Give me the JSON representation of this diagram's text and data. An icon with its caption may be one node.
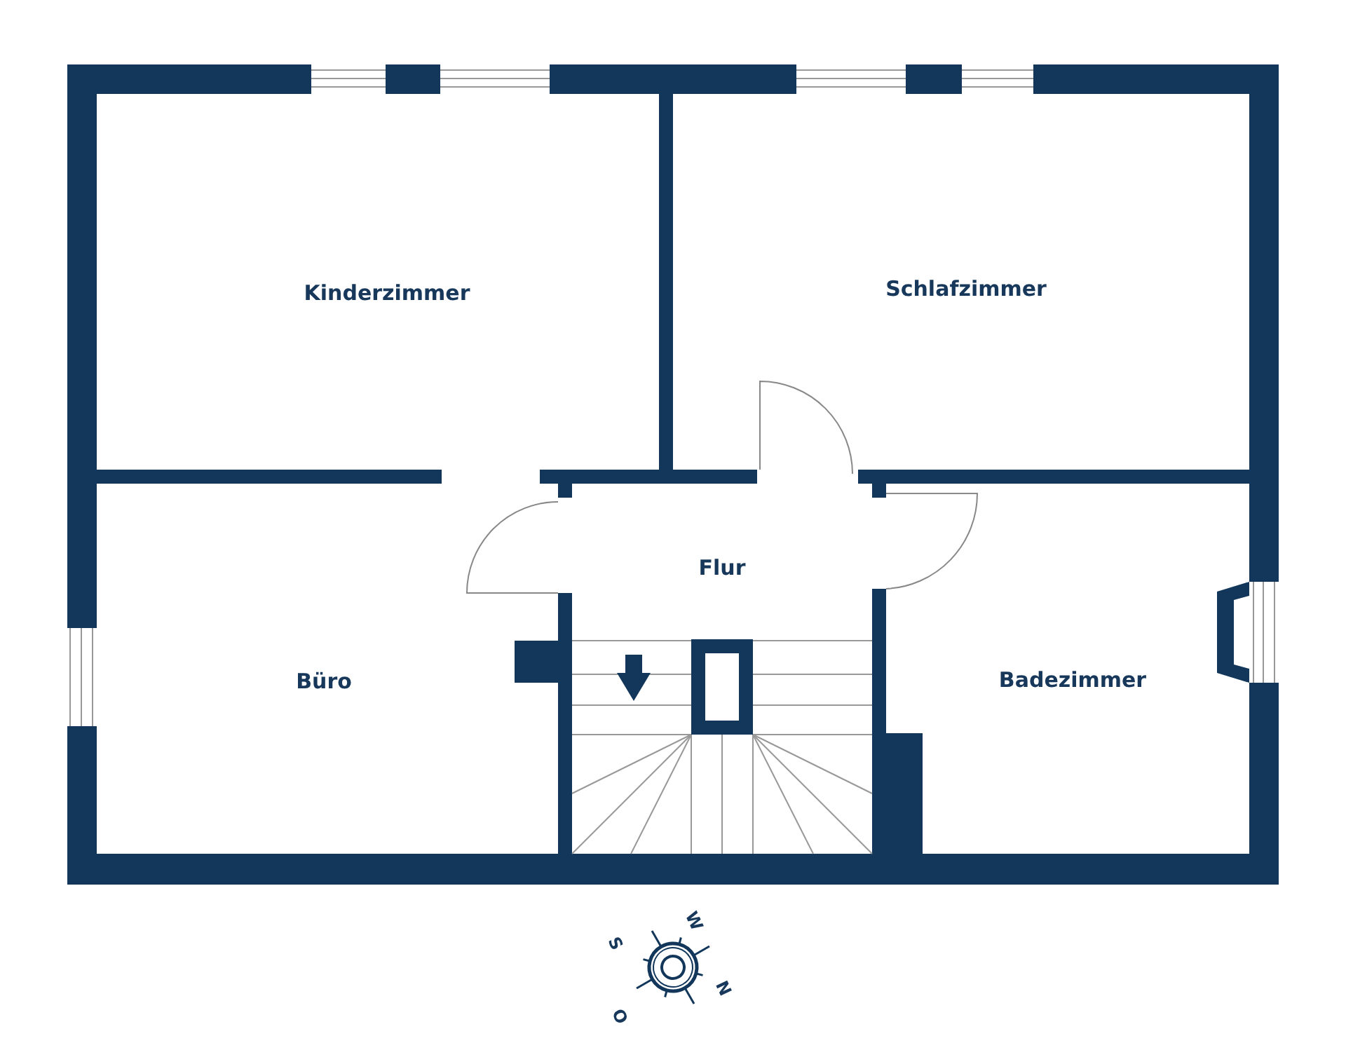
{
  "diagram": {
    "nodes": [
      {
        "text": [
          "Kinderzimmer"
        ]
      },
      {
        "text": [
          "Schlafzimmer"
        ]
      },
      {
        "text": [
          "Flur"
        ]
      },
      {
        "text": [
          "Büro"
        ]
      },
      {
        "text": [
          "Badezimmer"
        ]
      }
    ],
    "labels": [
      "W",
      "S",
      "N",
      "O"
    ]
  }
}
